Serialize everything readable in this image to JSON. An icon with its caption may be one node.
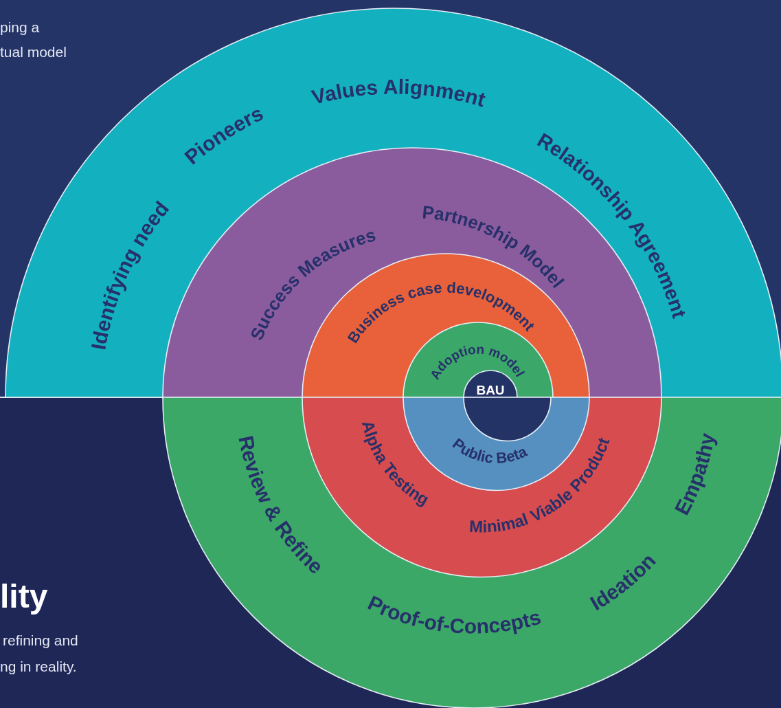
{
  "diagram": {
    "nodes": [
      {
        "text": [
          "Identifying need",
          "Pioneers",
          "Values Alignment",
          "Relationship Agreement"
        ]
      },
      {
        "text": [
          "Success Measures",
          "Partnership Model"
        ],
        "in": 0
      },
      {
        "text": [
          "Business case development"
        ],
        "in": 1
      },
      {
        "text": [
          "Adoption model"
        ],
        "in": 2
      },
      {
        "text": [
          "BAU"
        ],
        "in": 3
      },
      {
        "text": [
          "Review & Refine",
          "Proof-of-Concepts",
          "Ideation",
          "Empathy"
        ]
      },
      {
        "text": [
          "Alpha Testing",
          "Minimal Viable Product"
        ],
        "in": 5
      },
      {
        "text": [
          "Public Beta"
        ],
        "in": 6
      },
      {
        "text": [],
        "shape": "circle",
        "in": 7
      }
    ],
    "labels": [
      "ping a",
      "tual model",
      "lity",
      "refining and",
      "ng in reality."
    ]
  }
}
